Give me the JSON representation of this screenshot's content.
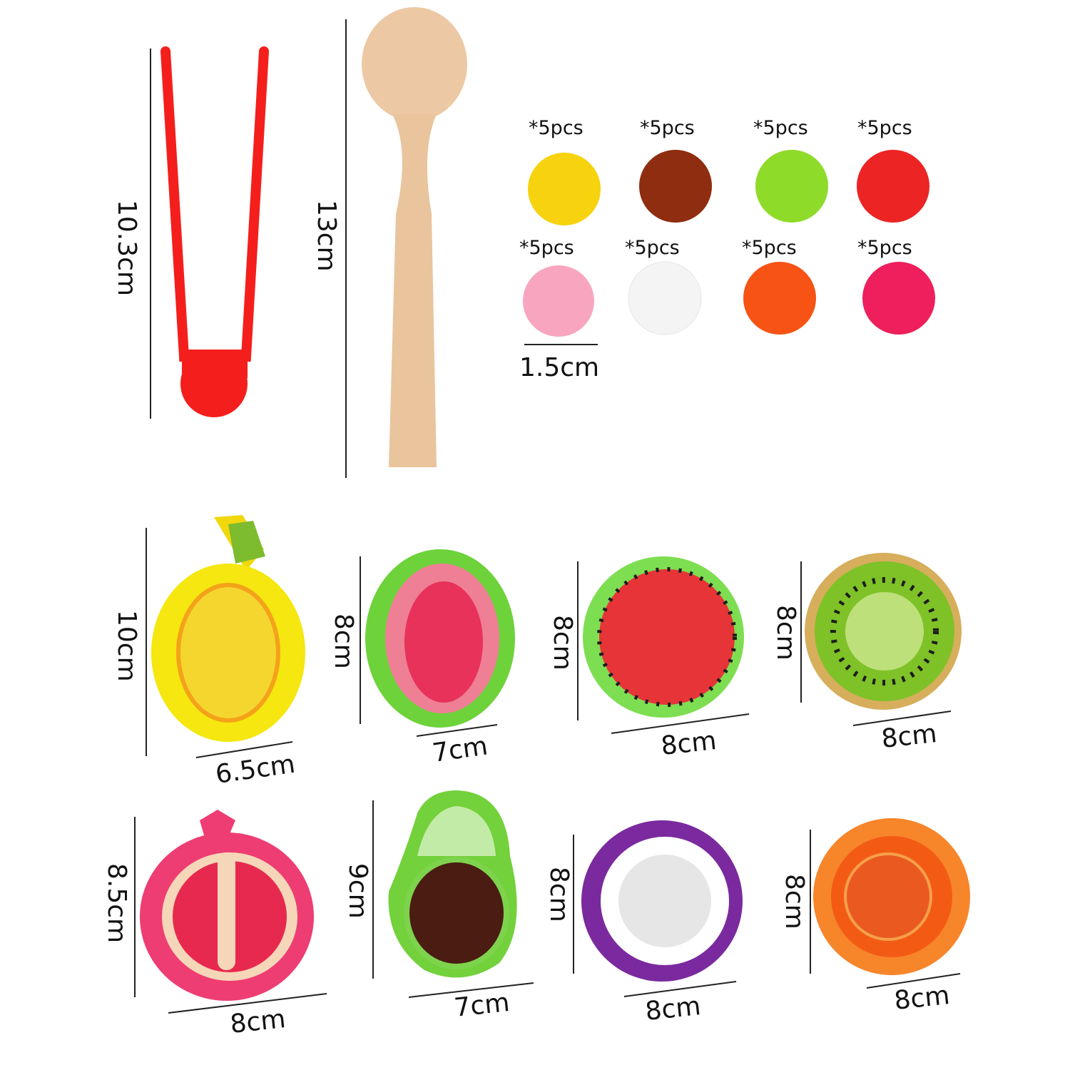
{
  "tools": {
    "tongs": {
      "height_label": "10.3cm",
      "color": "#f41f1c"
    },
    "spoon": {
      "height_label": "13cm",
      "color": "#ecc9a4"
    }
  },
  "beads": {
    "quantity_label": "*5pcs",
    "diameter_label": "1.5cm",
    "items": [
      {
        "qty": "*5pcs",
        "color": "#f7d20e"
      },
      {
        "qty": "*5pcs",
        "color": "#8f2d10"
      },
      {
        "qty": "*5pcs",
        "color": "#8fdb2a"
      },
      {
        "qty": "*5pcs",
        "color": "#ec2424"
      },
      {
        "qty": "*5pcs",
        "color": "#f8a6bf"
      },
      {
        "qty": "*5pcs",
        "color": "#f7f7f7"
      },
      {
        "qty": "*5pcs",
        "color": "#f65314"
      },
      {
        "qty": "*5pcs",
        "color": "#ee1f5c"
      }
    ]
  },
  "fruits": [
    {
      "name": "pineapple",
      "height": "10cm",
      "width": "6.5cm"
    },
    {
      "name": "dragon-fruit",
      "height": "8cm",
      "width": "7cm"
    },
    {
      "name": "watermelon",
      "height": "8cm",
      "width": "8cm"
    },
    {
      "name": "kiwi",
      "height": "8cm",
      "width": "8cm"
    },
    {
      "name": "pomegranate",
      "height": "8.5cm",
      "width": "8cm"
    },
    {
      "name": "avocado",
      "height": "9cm",
      "width": "7cm"
    },
    {
      "name": "mangosteen",
      "height": "8cm",
      "width": "8cm"
    },
    {
      "name": "orange",
      "height": "8cm",
      "width": "8cm"
    }
  ]
}
